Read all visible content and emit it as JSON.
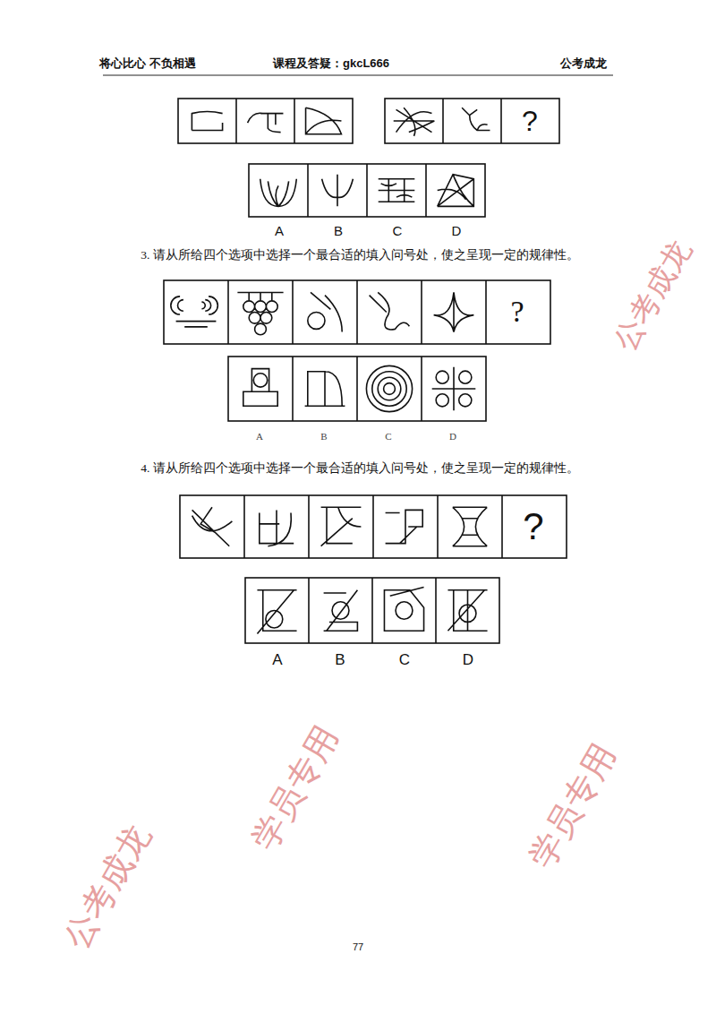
{
  "diagram": {
    "labels": [
      "将心比心 不负相遇",
      "课程及答疑：gkcL666",
      "公考成龙",
      "?",
      "A",
      "B",
      "C",
      "D",
      "3. 请从所给四个选项中选择一个最合适的填入问号处，使之呈现一定的规律性。",
      "?",
      "A",
      "B",
      "C",
      "D",
      "4. 请从所给四个选项中选择一个最合适的填入问号处，使之呈现一定的规律性。",
      "?",
      "A",
      "B",
      "C",
      "D",
      "77",
      "公考成龙",
      "学员专用",
      "公考成龙",
      "学员专用"
    ]
  }
}
